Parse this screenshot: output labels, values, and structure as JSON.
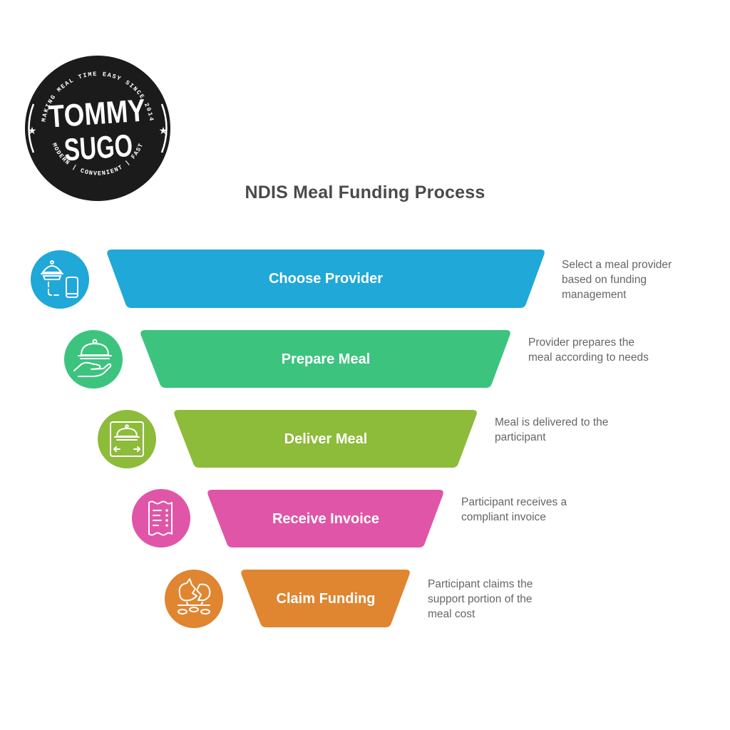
{
  "logo": {
    "brand_line1": "TOMMY",
    "brand_line2": "SUGO",
    "top_arc_text": "MAKING MEAL TIME EASY SINCE 2014",
    "bottom_arc_text": "MODERN | CONVENIENT | FAST"
  },
  "title": "NDIS Meal Funding Process",
  "stages": [
    {
      "label": "Choose Provider",
      "color": "#1FA8D8",
      "icon": "cloche-phone-icon",
      "description_lines": [
        "Select a meal provider",
        "based on funding",
        "management"
      ]
    },
    {
      "label": "Prepare Meal",
      "color": "#3CC47E",
      "icon": "cloche-hand-icon",
      "description_lines": [
        "Provider prepares the",
        "meal according to needs"
      ]
    },
    {
      "label": "Deliver Meal",
      "color": "#8DBB3A",
      "icon": "delivery-box-icon",
      "description_lines": [
        "Meal is delivered to the",
        "participant"
      ]
    },
    {
      "label": "Receive Invoice",
      "color": "#E055A8",
      "icon": "receipt-icon",
      "description_lines": [
        "Participant receives a",
        "compliant invoice"
      ]
    },
    {
      "label": "Claim Funding",
      "color": "#E08530",
      "icon": "piggy-bank-coins-icon",
      "description_lines": [
        "Participant claims the",
        "support portion of the",
        "meal cost"
      ]
    }
  ]
}
